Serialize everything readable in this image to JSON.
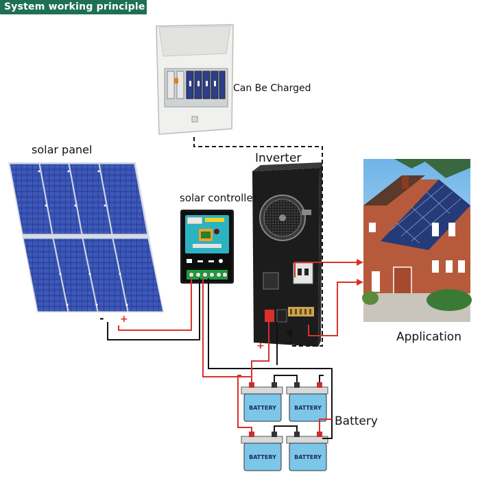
{
  "header": {
    "title": "System working principle"
  },
  "labels": {
    "solar_panel": "solar panel",
    "can_be_charged": "Can Be Charged",
    "solar_controller": "solar controller",
    "inverter": "Inverter",
    "application": "Application",
    "battery": "Battery"
  },
  "battery_label": "BATTERY",
  "polarity": {
    "plus": "+",
    "minus": "-"
  },
  "colors": {
    "header_bg": "#1e6f55",
    "wire_positive": "#d9302c",
    "wire_negative": "#111111",
    "panel_cell": "#2a3f9a",
    "battery_body": "#7cc6ea",
    "inverter_body": "#1c1c1c"
  }
}
